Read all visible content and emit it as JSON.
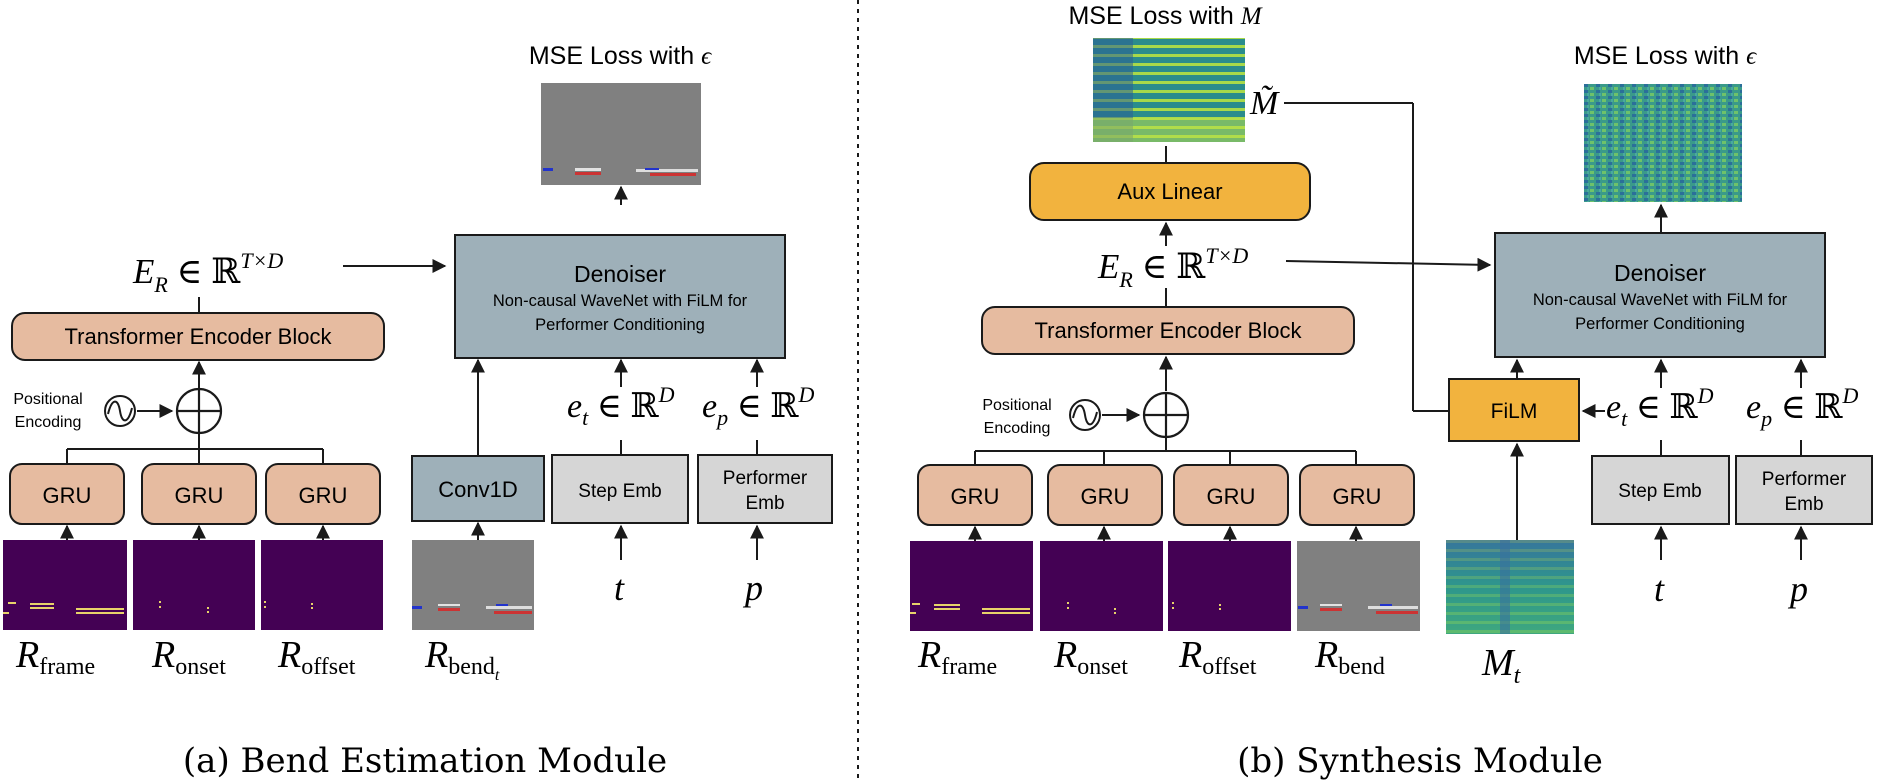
{
  "colors": {
    "block_tan": "#E6BBA0",
    "block_slate": "#9EB0B9",
    "block_light": "#D6D6D6",
    "block_orange": "#F2B33E",
    "stroke": "#1a1a1a",
    "viridis_dark": "#440154",
    "spectro_teal": "#2f8c8a",
    "spectro_yellow": "#d9e34a",
    "gray_bg": "#7f7f7f"
  },
  "panel_a": {
    "caption": "(a) Bend Estimation Module",
    "loss_label": "MSE Loss with ",
    "loss_symbol": "ϵ",
    "denoiser_title": "Denoiser",
    "denoiser_sub1": "Non-causal WaveNet with FiLM for",
    "denoiser_sub2": "Performer Conditioning",
    "encoder_label": "Transformer Encoder Block",
    "positional_line1": "Positional",
    "positional_line2": "Encoding",
    "gru_labels": [
      "GRU",
      "GRU",
      "GRU"
    ],
    "conv1d": "Conv1D",
    "step_emb": "Step Emb",
    "performer_emb_line1": "Performer",
    "performer_emb_line2": "Emb",
    "input_main": [
      "R",
      "R",
      "R",
      "R"
    ],
    "input_subs": [
      "frame",
      "onset",
      "offset",
      "bend"
    ],
    "bend_sub_sub": "t",
    "er_label": {
      "base": "E",
      "sub": "R",
      "rel": " ∈ ℝ",
      "sup": "T×D"
    },
    "et_label": {
      "base": "e",
      "sub": "t",
      "rel": " ∈ ℝ",
      "sup": "D"
    },
    "ep_label": {
      "base": "e",
      "sub": "p",
      "rel": " ∈ ℝ",
      "sup": "D"
    },
    "t_symbol": "t",
    "p_symbol": "p"
  },
  "panel_b": {
    "caption": "(b) Synthesis Module",
    "mse_m_label": "MSE Loss with ",
    "mse_m_symbol": "M",
    "loss_label": "MSE Loss with ",
    "loss_symbol": "ϵ",
    "aux_linear": "Aux Linear",
    "m_tilde": "M̃",
    "denoiser_title": "Denoiser",
    "denoiser_sub1": "Non-causal WaveNet with FiLM for",
    "denoiser_sub2": "Performer Conditioning",
    "encoder_label": "Transformer Encoder Block",
    "positional_line1": "Positional",
    "positional_line2": "Encoding",
    "gru_labels": [
      "GRU",
      "GRU",
      "GRU",
      "GRU"
    ],
    "film": "FiLM",
    "step_emb": "Step Emb",
    "performer_emb_line1": "Performer",
    "performer_emb_line2": "Emb",
    "input_main": [
      "R",
      "R",
      "R",
      "R"
    ],
    "input_subs": [
      "frame",
      "onset",
      "offset",
      "bend"
    ],
    "mt": {
      "base": "M",
      "sub": "t"
    },
    "er_label": {
      "base": "E",
      "sub": "R",
      "rel": " ∈ ℝ",
      "sup": "T×D"
    },
    "et_label": {
      "base": "e",
      "sub": "t",
      "rel": " ∈ ℝ",
      "sup": "D"
    },
    "ep_label": {
      "base": "e",
      "sub": "p",
      "rel": " ∈ ℝ",
      "sup": "D"
    },
    "t_symbol": "t",
    "p_symbol": "p"
  }
}
